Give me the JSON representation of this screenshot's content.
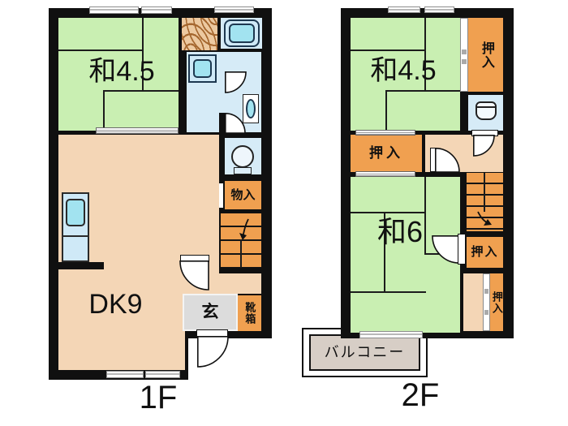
{
  "title": "2-story Japanese house floor plan",
  "floor1": {
    "label": "1F",
    "rooms": {
      "washitsu": "和4.5",
      "dk": "DK9",
      "storage": "物入",
      "entrance": "玄",
      "shoebox": "靴箱"
    }
  },
  "floor2": {
    "label": "2F",
    "rooms": {
      "washitsu45": "和4.5",
      "washitsu6": "和6",
      "closet_top": "押入",
      "closet_mid": "押入",
      "closet_right_upper": "押入",
      "closet_right_lower": "押入",
      "balcony": "バルコニー"
    }
  },
  "colors": {
    "wall": "#101010",
    "tatami_green": "#c9efb2",
    "wood_floor_peach": "#f4d6b6",
    "closet_orange": "#f0a050",
    "wet_area_blue": "#d6ebf7",
    "fixture_cyan": "#a2e3f0",
    "entrance_gray": "#dcdcdc",
    "balcony_fill": "#d7cec6"
  }
}
